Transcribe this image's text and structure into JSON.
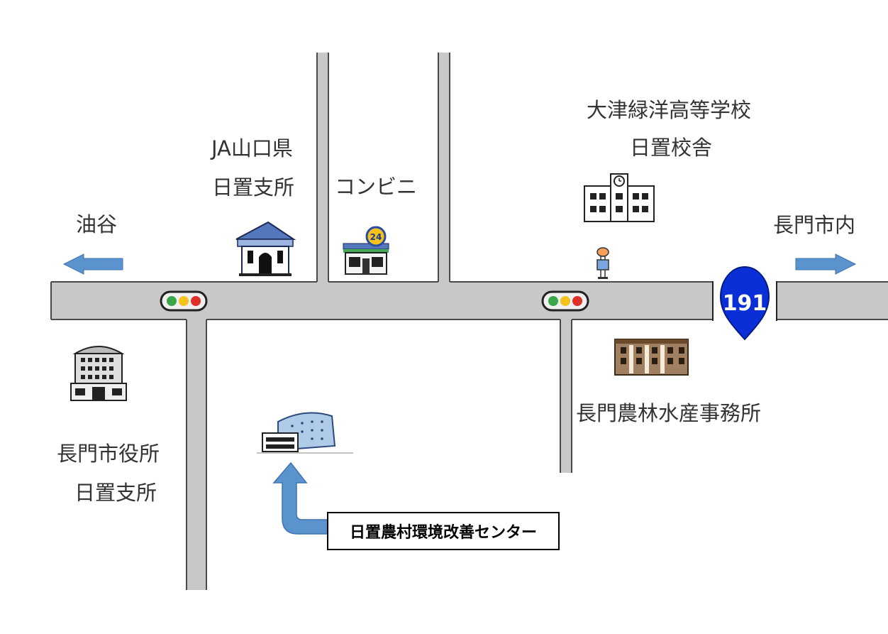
{
  "colors": {
    "road": "#c8c8c8",
    "road_edge": "#4a4a4a",
    "arrow": "#5b93cf",
    "route_shield": "#0a2fd6",
    "text": "#333333"
  },
  "directions": {
    "west": "油谷",
    "east": "長門市内"
  },
  "route": {
    "number": "191"
  },
  "places": {
    "ja": {
      "line1": "JA山口県",
      "line2": "日置支所",
      "icon": "bank-building-icon"
    },
    "konbini": {
      "line1": "コンビニ",
      "icon": "convenience-store-icon",
      "badge": "24"
    },
    "school": {
      "line1": "大津緑洋高等学校",
      "line2": "日置校舎",
      "icon": "school-building-icon"
    },
    "bus_stop": {
      "icon": "bus-stop-icon"
    },
    "city_office": {
      "line1": "長門市役所",
      "line2": "日置支所",
      "icon": "office-building-icon"
    },
    "agri_office": {
      "line1": "長門農林水産事務所",
      "icon": "apartment-building-icon"
    },
    "center": {
      "icon": "community-hall-icon"
    }
  },
  "traffic_lights": [
    {
      "name": "west-signal",
      "icon": "traffic-light-icon"
    },
    {
      "name": "east-signal",
      "icon": "traffic-light-icon"
    }
  ],
  "destination": {
    "label": "日置農村環境改善センター"
  }
}
